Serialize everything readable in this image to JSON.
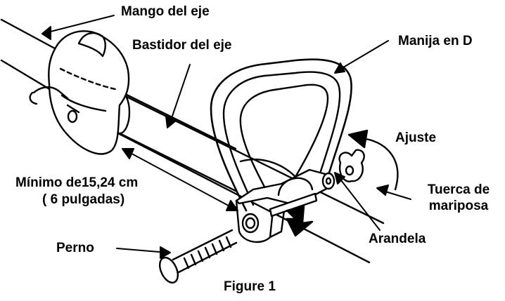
{
  "labels": {
    "mango": "Mango del eje",
    "bastidor": "Bastidor del eje",
    "manija": "Manija en D",
    "ajuste": "Ajuste",
    "tuerca_1": "Tuerca de",
    "tuerca_2": "mariposa",
    "minimo_1": "Mínimo de15,24 cm",
    "minimo_2": "( 6 pulgadas)",
    "perno": "Perno",
    "arandela": "Arandela"
  },
  "caption": "Figure 1",
  "colors": {
    "ink": "#000000",
    "paper": "#ffffff",
    "shade": "#e6e6e6"
  }
}
